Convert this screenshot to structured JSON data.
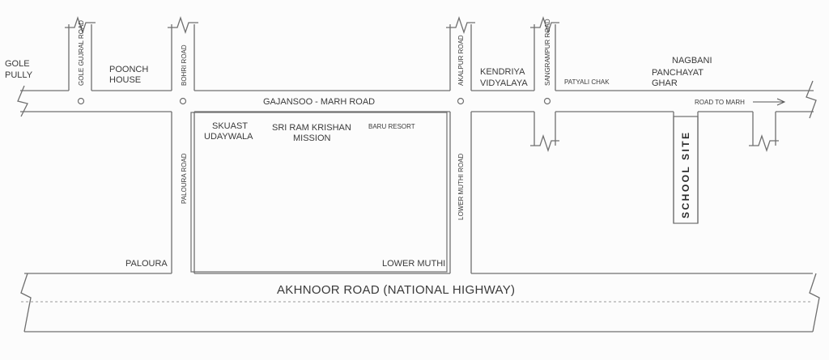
{
  "roads": {
    "main_road": "GAJANSOO - MARH ROAD",
    "highway": "AKHNOOR ROAD (NATIONAL HIGHWAY)",
    "gole_gujral": "GOLE GUJRAL ROAD",
    "bohri": "BOHRI ROAD",
    "akalpur": "AKALPUR ROAD",
    "sangrampur": "SANGRAMPUR ROAD",
    "paloura": "PALOURA ROAD",
    "lower_muthi": "LOWER MUTHI ROAD",
    "to_marh": "ROAD TO MARH"
  },
  "places": {
    "gole_pully": [
      "GOLE",
      "PULLY"
    ],
    "poonch_house": [
      "POONCH",
      "HOUSE"
    ],
    "kendriya": [
      "KENDRIYA",
      "VIDYALAYA"
    ],
    "patyali": "PATYALI CHAK",
    "nagbani": [
      "NAGBANI",
      "PANCHAYAT",
      "GHAR"
    ],
    "skuast": [
      "SKUAST",
      "UDAYWALA"
    ],
    "sri_ram": [
      "SRI RAM KRISHAN",
      "MISSION"
    ],
    "baru": "BARU RESORT",
    "paloura": "PALOURA",
    "lower_muthi": "LOWER MUTHI"
  },
  "site": {
    "label": "SCHOOL SITE"
  },
  "icons": {
    "junction": "junction-circle-icon",
    "arrow": "arrow-right-icon"
  }
}
